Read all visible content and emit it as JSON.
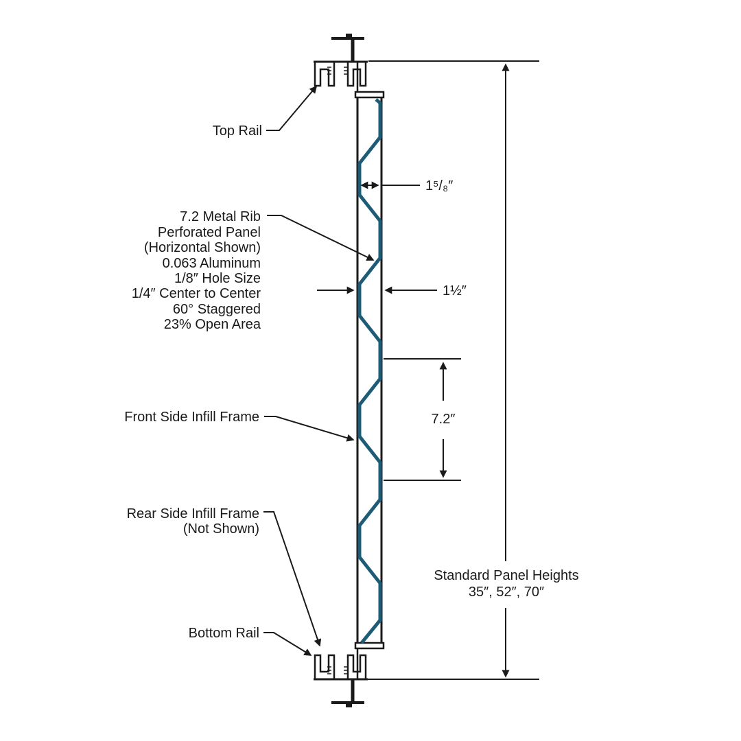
{
  "colors": {
    "line": "#1a1a1a",
    "rib": "#1d5c77",
    "background": "#ffffff"
  },
  "labels": {
    "top_rail": "Top Rail",
    "front_infill": "Front Side Infill Frame",
    "rear_infill_1": "Rear Side Infill Frame",
    "rear_infill_2": "(Not Shown)",
    "bottom_rail": "Bottom Rail",
    "spec_lines": [
      "7.2 Metal Rib",
      "Perforated Panel",
      "(Horizontal Shown)",
      "0.063 Aluminum",
      "1/8″ Hole Size",
      "1/4″ Center to Center",
      "60° Staggered",
      "23% Open Area"
    ]
  },
  "dimensions": {
    "rib_depth": "1⁵/₈″",
    "panel_thickness": "1½″",
    "rib_spacing": "7.2″",
    "heights_title": "Standard Panel Heights",
    "heights_values": "35″, 52″, 70″"
  }
}
